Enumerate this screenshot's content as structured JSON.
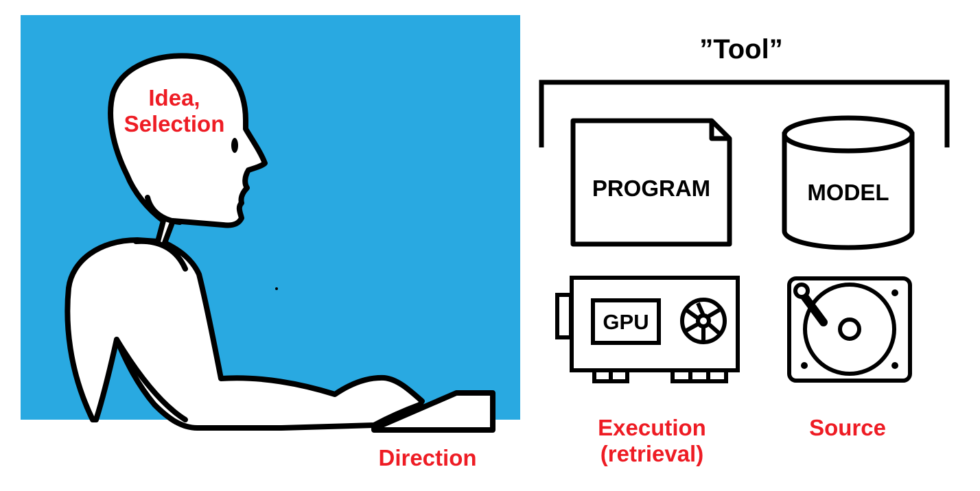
{
  "colors": {
    "background_panel": "#29a9e1",
    "label_red": "#ee1c24",
    "ink": "#000000",
    "fill": "#ffffff"
  },
  "human": {
    "head_label": "Idea,\nSelection",
    "hand_label": "Direction"
  },
  "tool": {
    "title": "”Tool”",
    "program_label": "PROGRAM",
    "model_label": "MODEL",
    "gpu_label": "GPU",
    "execution_label": "Execution\n(retrieval)",
    "source_label": "Source"
  },
  "icons": [
    "person-silhouette",
    "document-icon",
    "database-icon",
    "gpu-card-icon",
    "hard-drive-icon"
  ]
}
